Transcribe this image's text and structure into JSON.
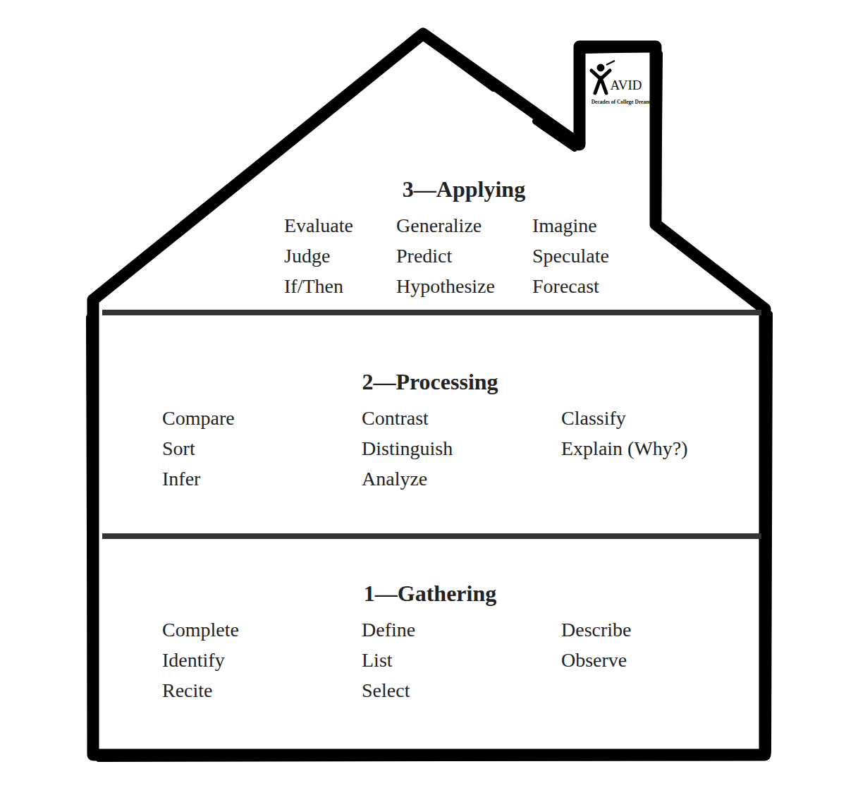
{
  "diagram": {
    "nodes": [
      {
        "text": [
          "3—Applying",
          "Evaluate",
          "Generalize",
          "Imagine",
          "Judge",
          "Predict",
          "Speculate",
          "If/Then",
          "Hypothesize",
          "Forecast"
        ]
      },
      {
        "text": [
          "2—Processing",
          "Compare",
          "Contrast",
          "Classify",
          "Sort",
          "Distinguish",
          "Explain (Why?)",
          "Infer",
          "Analyze"
        ]
      },
      {
        "text": [
          "1—Gathering",
          "Complete",
          "Define",
          "Describe",
          "Identify",
          "List",
          "Observe",
          "Recite",
          "Select"
        ]
      }
    ],
    "labels": [
      "AVID",
      "Decades of College Dreams"
    ]
  }
}
